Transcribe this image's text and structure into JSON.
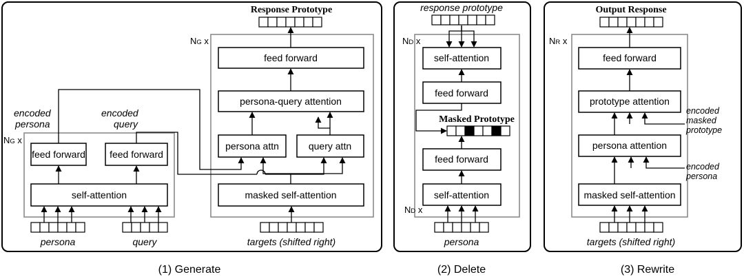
{
  "panels": {
    "generate": {
      "caption": "(1) Generate",
      "output_title": "Response Prototype",
      "encoder_repeat": "G",
      "decoder_repeat": "G",
      "encoder": {
        "persona_ff": "feed forward",
        "query_ff": "feed forward",
        "self_attention": "self-attention",
        "encoded_persona": [
          "encoded",
          "persona"
        ],
        "encoded_query": [
          "encoded",
          "query"
        ],
        "input_persona": "persona",
        "input_query": "query"
      },
      "decoder": {
        "feed_forward": "feed forward",
        "pq_attention": "persona-query attention",
        "persona_attn": "persona attn",
        "query_attn": "query attn",
        "masked_self_attention": "masked self-attention",
        "input": "targets (shifted right)"
      }
    },
    "delete": {
      "caption": "(2) Delete",
      "top_input": "response prototype",
      "upper_repeat": "D",
      "lower_repeat": "D",
      "self_attention_top": "self-attention",
      "feed_forward_top": "feed forward",
      "masked_prototype": "Masked Prototype",
      "feed_forward_bottom": "feed forward",
      "self_attention_bottom": "self-attention",
      "input": "persona"
    },
    "rewrite": {
      "caption": "(3) Rewrite",
      "output_title": "Output Response",
      "repeat": "R",
      "feed_forward": "feed forward",
      "prototype_attention": "prototype attention",
      "persona_attention": "persona attention",
      "masked_self_attention": "masked self-attention",
      "encoded_masked_prototype": [
        "encoded",
        "masked",
        "prototype"
      ],
      "encoded_persona": [
        "encoded",
        "persona"
      ],
      "input": "targets (shifted right)"
    }
  },
  "repeat_prefix": "N",
  "repeat_suffix": " x"
}
